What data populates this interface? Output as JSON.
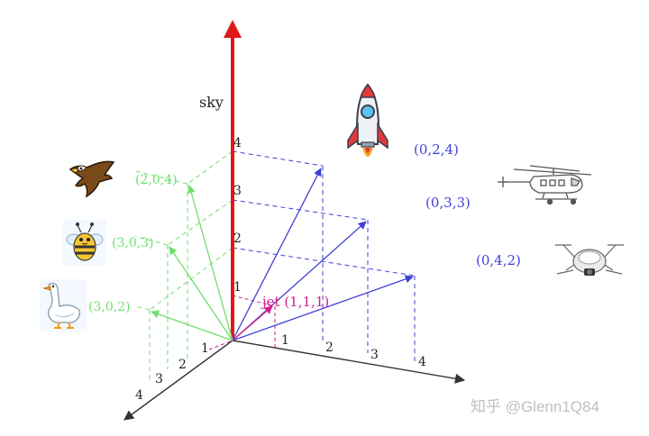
{
  "colors": {
    "axis": "#333333",
    "sky_axis": "#e01818",
    "blue": "#4040d8",
    "green": "#6ee06e",
    "magenta": "#d0208a",
    "text": "#222222",
    "watermark": "#bfbfbf"
  },
  "labels": {
    "sky": "sky",
    "jet": "jet (1,1,1)",
    "blue_vectors": [
      "(0,2,4)",
      "(0,3,3)",
      "(0,4,2)"
    ],
    "green_vectors": [
      "(2,0,4)",
      "(3,0,3)",
      "(3,0,2)"
    ]
  },
  "ticks": {
    "vertical": [
      "1",
      "2",
      "3",
      "4"
    ],
    "right_axis": [
      "1",
      "2",
      "3",
      "4"
    ],
    "left_axis": [
      "1",
      "2",
      "3",
      "4"
    ]
  },
  "icons": [
    "rocket-icon",
    "helicopter-icon",
    "drone-icon",
    "eagle-icon",
    "bee-icon",
    "goose-icon"
  ],
  "watermark": "知乎 @Glenn1Q84"
}
